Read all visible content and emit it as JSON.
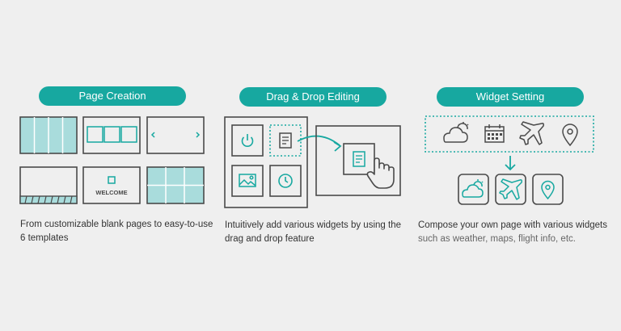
{
  "colors": {
    "accent": "#17a8a0",
    "accent_light": "#a9dcdc",
    "stroke": "#4a4a4a",
    "background": "#efefef"
  },
  "sections": [
    {
      "title": "Page Creation",
      "description": "From customizable blank pages to easy-to-use 6 templates",
      "templates": [
        "four-column-template",
        "three-box-template",
        "slider-template",
        "footer-grid-template",
        "welcome-template",
        "grid-template"
      ],
      "welcome_label": "WELCOME"
    },
    {
      "title": "Drag & Drop Editing",
      "description": "Intuitively add various widgets by using the drag and drop feature",
      "widgets": [
        "power-icon",
        "document-icon",
        "image-icon",
        "clock-icon"
      ]
    },
    {
      "title": "Widget Setting",
      "description": "Compose your own page with various widgets",
      "description_sub": "such as weather, maps, flight info, etc.",
      "available_widgets": [
        "weather-icon",
        "calendar-icon",
        "airplane-icon",
        "location-pin-icon"
      ],
      "selected_widgets": [
        "weather-icon",
        "airplane-icon",
        "location-pin-icon"
      ]
    }
  ]
}
